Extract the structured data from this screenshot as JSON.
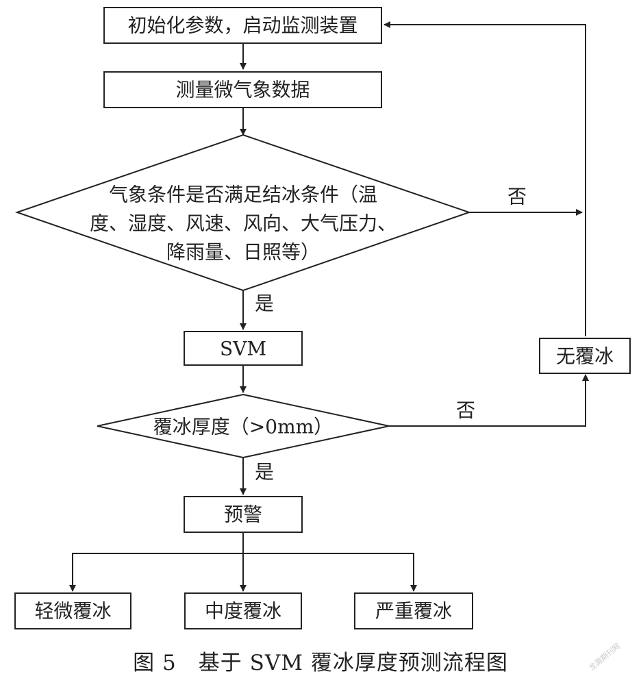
{
  "nodes": {
    "init": "初始化参数，启动监测装置",
    "measure": "测量微气象数据",
    "condition": [
      "气象条件是否满足结冰条件（温",
      "度、湿度、风速、风向、大气压力、",
      "降雨量、日照等）"
    ],
    "svm": "SVM",
    "thickness": "覆冰厚度（>0mm）",
    "warning": "预警",
    "no_ice": "无覆冰",
    "light": "轻微覆冰",
    "medium": "中度覆冰",
    "severe": "严重覆冰"
  },
  "edges": {
    "condition_no": "否",
    "condition_yes": "是",
    "thickness_no": "否",
    "thickness_yes": "是"
  },
  "caption": "图 5　基于 SVM 覆冰厚度预测流程图",
  "watermark": "龙源期刊网",
  "colors": {
    "stroke": "#222222",
    "background": "#ffffff"
  }
}
